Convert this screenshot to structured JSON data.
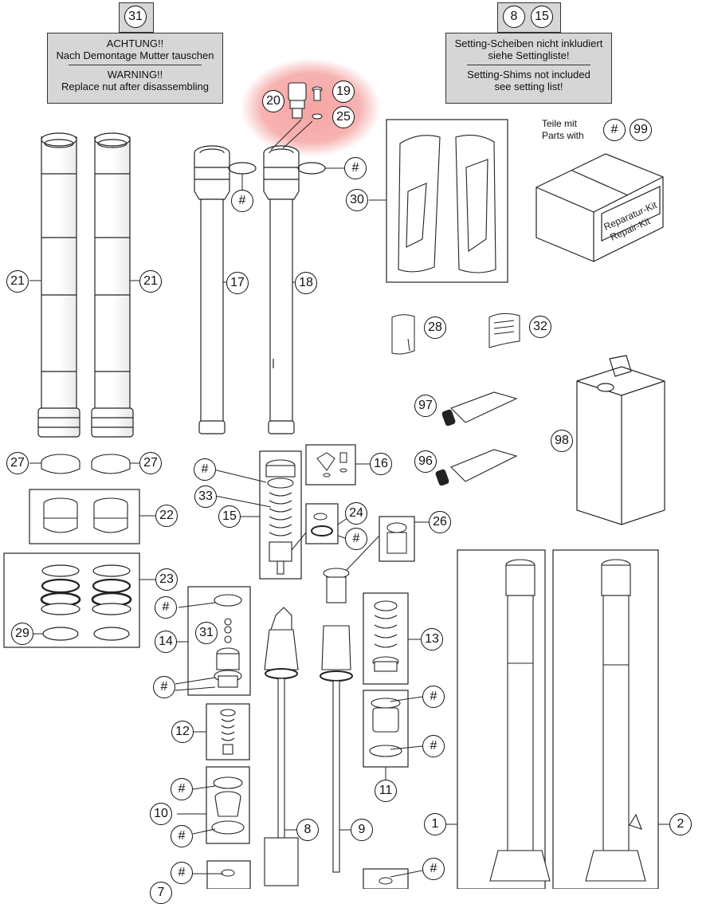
{
  "notes": {
    "nut": {
      "ref_numbers": [
        "31"
      ],
      "de_line1": "ACHTUNG!!",
      "de_line2": "Nach Demontage Mutter tauschen",
      "en_line1": "WARNING!!",
      "en_line2": "Replace nut after disassembling"
    },
    "shims": {
      "ref_numbers": [
        "8",
        "15"
      ],
      "de_line1": "Setting-Scheiben nicht inkludiert",
      "de_line2": "siehe Settingliste!",
      "en_line1": "Setting-Shims not included",
      "en_line2": "see setting list!"
    }
  },
  "parts_with": {
    "de": "Teile mit",
    "en": "Parts with",
    "hash": "#",
    "number": "99"
  },
  "repair_kit": {
    "line1": "Reparatur-Kit",
    "line2": "Repair-Kit"
  },
  "highlight_color": "#f4a09e",
  "callouts": {
    "p21a": "21",
    "p21b": "21",
    "p17": "17",
    "p18": "18",
    "p20": "20",
    "p19": "19",
    "p25": "25",
    "p30": "30",
    "p28": "28",
    "p32": "32",
    "p97": "97",
    "p96": "96",
    "p98": "98",
    "p27a": "27",
    "p27b": "27",
    "p22": "22",
    "p23": "23",
    "p29": "29",
    "p16": "16",
    "p33": "33",
    "p15": "15",
    "p24": "24",
    "p26": "26",
    "p14": "14",
    "p31b": "31",
    "p12": "12",
    "p10": "10",
    "p13": "13",
    "p11": "11",
    "p8": "8",
    "p9": "9",
    "p1": "1",
    "p2": "2",
    "p7": "7",
    "h_o1": "#",
    "h_o2": "#",
    "h_15": "#",
    "h_24": "#",
    "h_14a": "#",
    "h_14b": "#",
    "h_11a": "#",
    "h_11b": "#",
    "h_10a": "#",
    "h_10b": "#",
    "h_7": "#",
    "h_bot": "#"
  }
}
